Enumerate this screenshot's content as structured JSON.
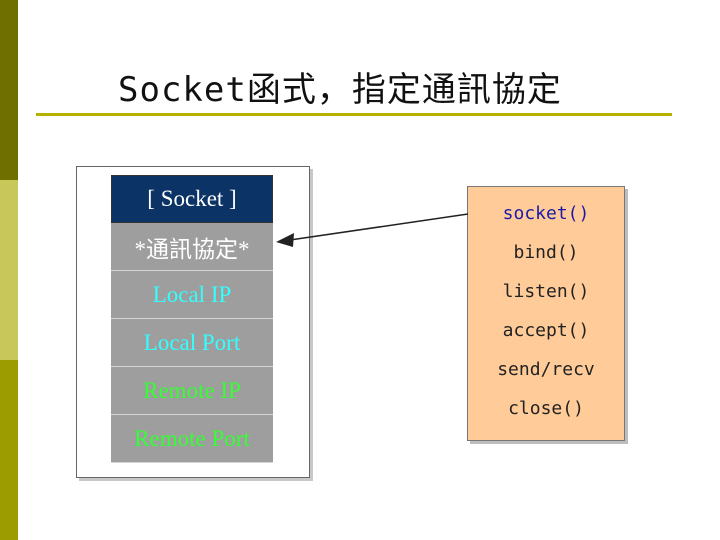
{
  "slide": {
    "title": "Socket函式，指定通訊協定"
  },
  "socket_stack": {
    "header": "[ Socket ]",
    "rows": [
      {
        "label": "*通訊協定*",
        "color": "#ffffff"
      },
      {
        "label": "Local IP",
        "color": "#33ffff"
      },
      {
        "label": "Local Port",
        "color": "#33ffff"
      },
      {
        "label": "Remote IP",
        "color": "#33ff33"
      },
      {
        "label": "Remote Port",
        "color": "#33ff33"
      }
    ]
  },
  "functions": {
    "items": [
      {
        "label": "socket()",
        "highlight": true
      },
      {
        "label": "bind()",
        "highlight": false
      },
      {
        "label": "listen()",
        "highlight": false
      },
      {
        "label": "accept()",
        "highlight": false
      },
      {
        "label": "send/recv",
        "highlight": false
      },
      {
        "label": "close()",
        "highlight": false
      }
    ]
  },
  "colors": {
    "header_bg": "#0b3366",
    "cell_bg": "#9e9e9e",
    "function_box_bg": "#ffcc99",
    "title_rule": "#b9b100",
    "highlight_text": "#1a1aa8"
  }
}
